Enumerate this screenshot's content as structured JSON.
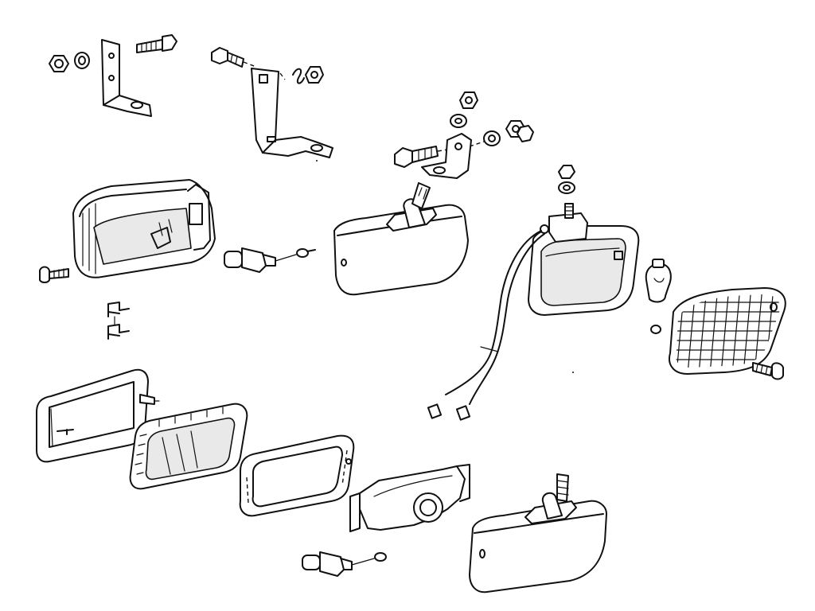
{
  "diagram": {
    "type": "exploded-parts-drawing",
    "labels": [],
    "line_color": "#111111",
    "background": "#ffffff",
    "parts": [
      {
        "id": "nut-top-left",
        "icon": "hex-nut-icon"
      },
      {
        "id": "lock-washer-top-left",
        "icon": "lock-washer-icon"
      },
      {
        "id": "l-bracket-left",
        "icon": "l-bracket-icon"
      },
      {
        "id": "bolt-top-left",
        "icon": "bolt-icon"
      },
      {
        "id": "bolt-top-center",
        "icon": "bolt-icon"
      },
      {
        "id": "z-bracket",
        "icon": "z-bracket-icon"
      },
      {
        "id": "spring-washer-top-center",
        "icon": "spring-washer-icon"
      },
      {
        "id": "nut-top-center",
        "icon": "hex-nut-icon"
      },
      {
        "id": "bracket-small-center",
        "icon": "angle-bracket-icon"
      },
      {
        "id": "bolt-center",
        "icon": "bolt-icon"
      },
      {
        "id": "nut-stack-center",
        "icon": "hex-nut-icon"
      },
      {
        "id": "washer-flat-center",
        "icon": "flat-washer-icon"
      },
      {
        "id": "nut-right-center",
        "icon": "hex-nut-icon"
      },
      {
        "id": "lamp-housing-left",
        "icon": "lamp-housing-icon"
      },
      {
        "id": "screw-left",
        "icon": "screw-icon"
      },
      {
        "id": "clips-left",
        "icon": "clip-icon"
      },
      {
        "id": "bulb-holder-top",
        "icon": "bulb-holder-icon"
      },
      {
        "id": "lamp-cover-top",
        "icon": "lamp-cover-icon"
      },
      {
        "id": "lamp-body-right",
        "icon": "lamp-body-icon"
      },
      {
        "id": "wiring-harness",
        "icon": "wiring-harness-icon"
      },
      {
        "id": "bulb-right",
        "icon": "bulb-icon"
      },
      {
        "id": "lens-grille-right",
        "icon": "grille-lens-icon"
      },
      {
        "id": "washer-small-right",
        "icon": "flat-washer-icon"
      },
      {
        "id": "screw-right",
        "icon": "screw-icon"
      },
      {
        "id": "frame-front-left",
        "icon": "lamp-frame-icon"
      },
      {
        "id": "glass-lens-left",
        "icon": "glass-lens-icon"
      },
      {
        "id": "gasket-frame",
        "icon": "gasket-icon"
      },
      {
        "id": "reflector-bottom",
        "icon": "reflector-icon"
      },
      {
        "id": "bulb-holder-bottom",
        "icon": "bulb-holder-icon"
      },
      {
        "id": "lamp-cover-bottom",
        "icon": "lamp-cover-icon"
      }
    ]
  }
}
